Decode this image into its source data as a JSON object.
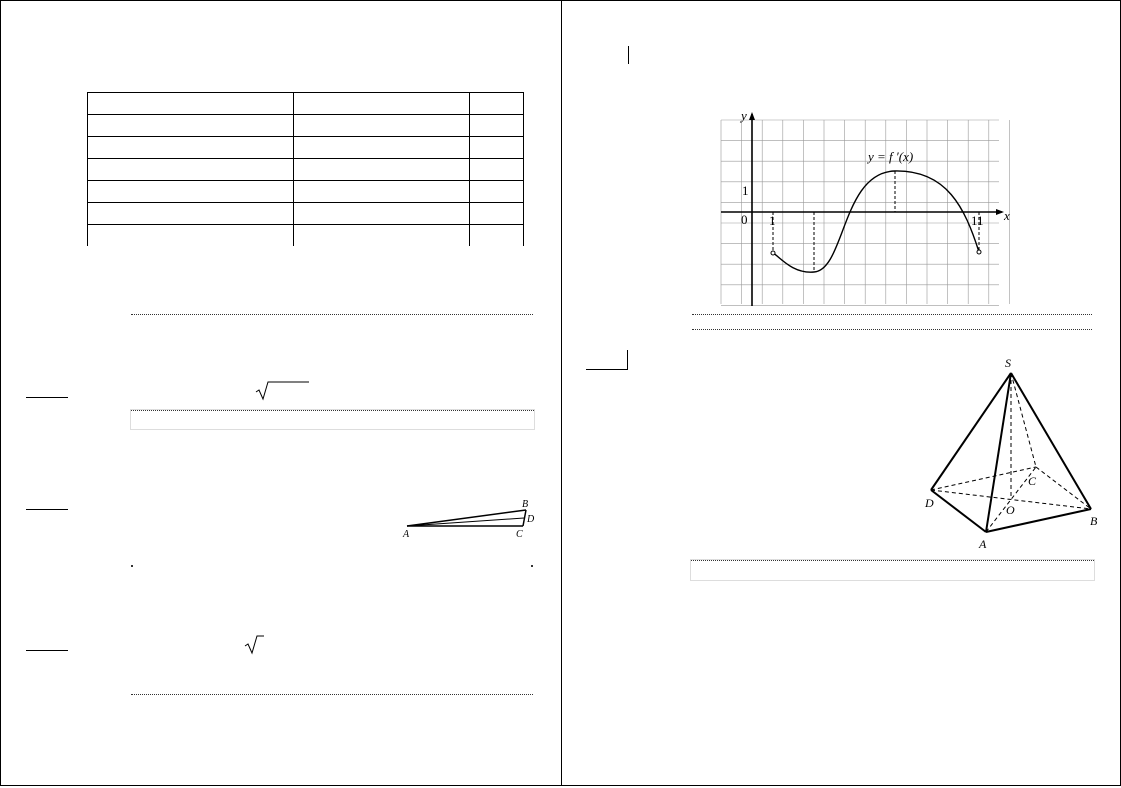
{
  "table": {
    "rows": 7,
    "cols": 3
  },
  "radical_1": "√",
  "radical_2": "√",
  "triangle_labels": {
    "A": "A",
    "B": "B",
    "C": "C",
    "D": "D"
  },
  "graph": {
    "y_axis": "y",
    "x_axis": "x",
    "origin": "0",
    "x_tick_1": "1",
    "x_tick_11": "11",
    "y_tick_1": "1",
    "function_label": "y = f ′(x)"
  },
  "pyramid_labels": {
    "S": "S",
    "A": "A",
    "B": "B",
    "C": "C",
    "D": "D",
    "O": "O"
  }
}
